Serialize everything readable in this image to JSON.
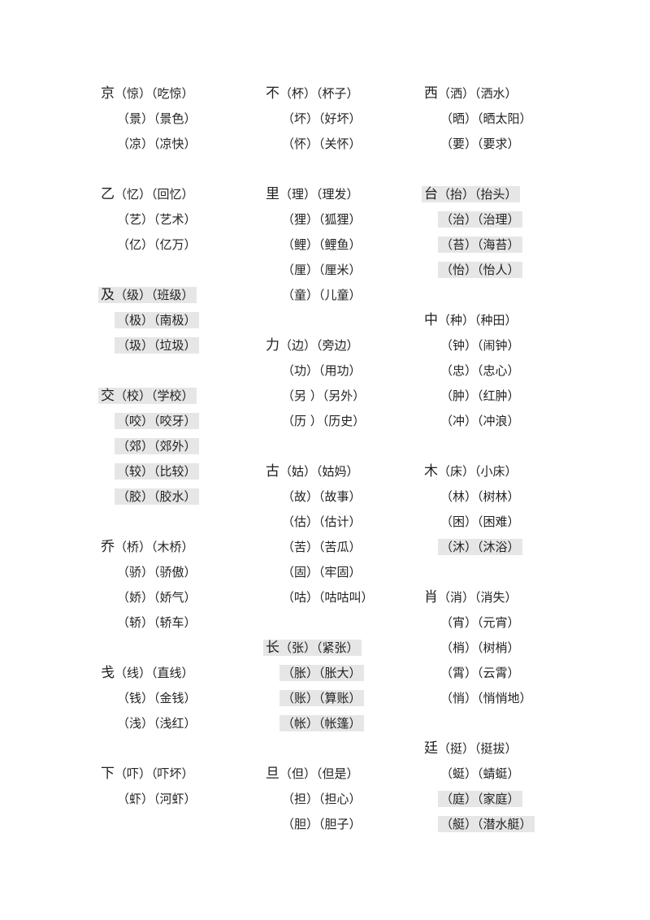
{
  "columns": [
    {
      "groups": [
        {
          "head": "京",
          "rows": [
            "（惊）（吃惊）",
            "（景）（景色）",
            "（凉）（凉快）"
          ],
          "highlight": false
        },
        {
          "head": "乙",
          "rows": [
            "（忆）（回忆）",
            "（艺）（艺术）",
            "（亿）（亿万）"
          ],
          "highlight": false
        },
        {
          "head": "及",
          "rows": [
            "（级）（班级）",
            "（极）（南极）",
            "（圾）（垃圾）"
          ],
          "highlight": true
        },
        {
          "head": "交",
          "rows": [
            "（校）（学校）",
            "（咬）（咬牙）",
            "（郊）（郊外）",
            "（较）（比较）",
            "（胶）（胶水）"
          ],
          "highlight": true
        },
        {
          "head": "乔",
          "rows": [
            "（桥）（木桥）",
            "（骄）（骄傲）",
            "（娇）（娇气）",
            "（轿）（轿车）"
          ],
          "highlight": false
        },
        {
          "head": "戋",
          "rows": [
            "（线）（直线）",
            "（钱）（金钱）",
            "（浅）（浅红）"
          ],
          "highlight": false
        },
        {
          "head": "下",
          "rows": [
            "（吓）（吓坏）",
            "（虾）（河虾）"
          ],
          "highlight": false
        }
      ]
    },
    {
      "groups": [
        {
          "head": "不",
          "rows": [
            "（杯）（杯子）",
            "（坏）（好坏）",
            "（怀）（关怀）"
          ],
          "highlight": false
        },
        {
          "head": "里",
          "rows": [
            "（理）（理发）",
            "（狸）（狐狸）",
            "（鲤）（鲤鱼）",
            "（厘）（厘米）",
            "（童）（儿童）"
          ],
          "highlight": false
        },
        {
          "head": "力",
          "rows": [
            "（边）（旁边）",
            "（功）（用功）",
            "（另 ）（另外）",
            "（历 ）（历史）"
          ],
          "highlight": false
        },
        {
          "head": "古",
          "rows": [
            "（姑）（姑妈）",
            "（故）（故事）",
            "（估）（估计）",
            "（苦）（苦瓜）",
            "（固）（牢固）",
            "（咕）（咕咕叫）"
          ],
          "highlight": false
        },
        {
          "head": "长",
          "rows": [
            "（张）（紧张）",
            "（胀）（胀大）",
            "（账）（算账）",
            "（帐）（帐篷）"
          ],
          "highlight": true
        },
        {
          "head": "旦",
          "rows": [
            "（但）（但是）",
            "（担）（担心）",
            "（胆）（胆子）"
          ],
          "highlight": false
        }
      ]
    },
    {
      "groups": [
        {
          "head": "西",
          "rows": [
            "（洒）（洒水）",
            "（晒）（晒太阳）",
            "（要）（要求）"
          ],
          "highlight": false
        },
        {
          "head": "台",
          "rows": [
            "（抬）（抬头）",
            "（治）（治理）",
            "（苔）（海苔）",
            "（怡）（怡人）"
          ],
          "highlight": true
        },
        {
          "head": "中",
          "rows": [
            "（种）（种田）",
            "（钟）（闹钟）",
            "（忠）（忠心）",
            "（肿）（红肿）",
            "（冲）（冲浪）"
          ],
          "highlight": false
        },
        {
          "head": "木",
          "rows": [
            "（床）（小床）",
            "（林）（树林）",
            "（困）（困难）",
            "（沐）（沐浴）"
          ],
          "highlight": false,
          "highlight_rows": [
            3
          ]
        },
        {
          "head": "肖",
          "rows": [
            "（消）（消失）",
            "（宵）（元宵）",
            "（梢）（树梢）",
            "（霄）（云霄）",
            "（悄）（悄悄地）"
          ],
          "highlight": false
        },
        {
          "head": "廷",
          "rows": [
            "（挺）（挺拔）",
            "（蜓）（蜻蜓）",
            "（庭）（家庭）",
            "（艇）（潜水艇）"
          ],
          "highlight": false,
          "highlight_rows": [
            2,
            3
          ]
        }
      ]
    }
  ]
}
